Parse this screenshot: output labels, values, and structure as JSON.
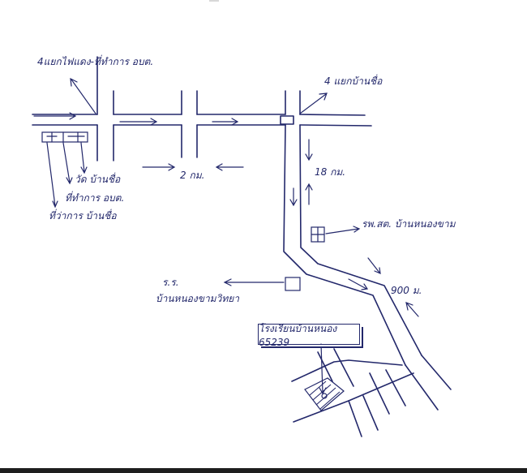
{
  "map": {
    "labels": {
      "top_left_junction": "4แยกไฟแดง-ที่ทำการ อบต.",
      "top_right_junction": "4 แยกบ้านชื่อ",
      "distance_2km": "2 กม.",
      "distance_18km": "18 กม.",
      "distance_900m": "900 ม.",
      "temple": "วัด บ้านชื่อ",
      "sao_office": "ที่ทำการ อบต.",
      "village_temple": "ที่ว่าการ บ้านชื่อ",
      "health_center": "รพ.สต. บ้านหนองขาม",
      "school_small": "ร.ร.",
      "school_small_name": "บ้านหนองขามวิทยา",
      "school_box": "โรงเรียนบ้านหนอง 65239"
    },
    "ink_color": "#23286b"
  }
}
